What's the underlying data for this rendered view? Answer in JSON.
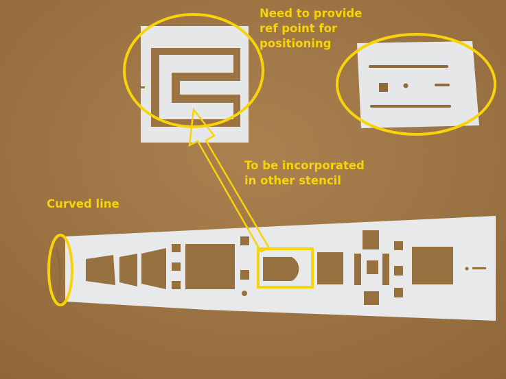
{
  "annotations": {
    "ref_point": [
      "Need to provide",
      "ref point for",
      "positioning"
    ],
    "incorporate": [
      "To be incorporated",
      "in other stencil"
    ],
    "curved": "Curved line"
  },
  "colors": {
    "background": "#a27945",
    "stencil": "#e9eaea",
    "annotation": "#f7d40a"
  }
}
